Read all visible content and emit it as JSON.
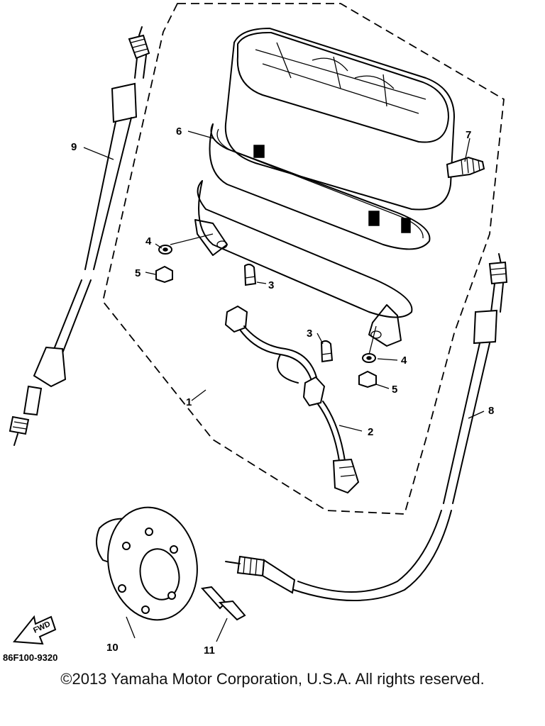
{
  "diagram": {
    "part_code": "86F100-9320",
    "fwd_label": "FWD",
    "callouts": {
      "c1": "1",
      "c2": "2",
      "c3a": "3",
      "c3b": "3",
      "c4a": "4",
      "c4b": "4",
      "c5a": "5",
      "c5b": "5",
      "c6": "6",
      "c7": "7",
      "c8": "8",
      "c9": "9",
      "c10": "10",
      "c11": "11"
    }
  },
  "footer": {
    "copyright": "©2013 Yamaha Motor Corporation, U.S.A. All rights reserved."
  }
}
